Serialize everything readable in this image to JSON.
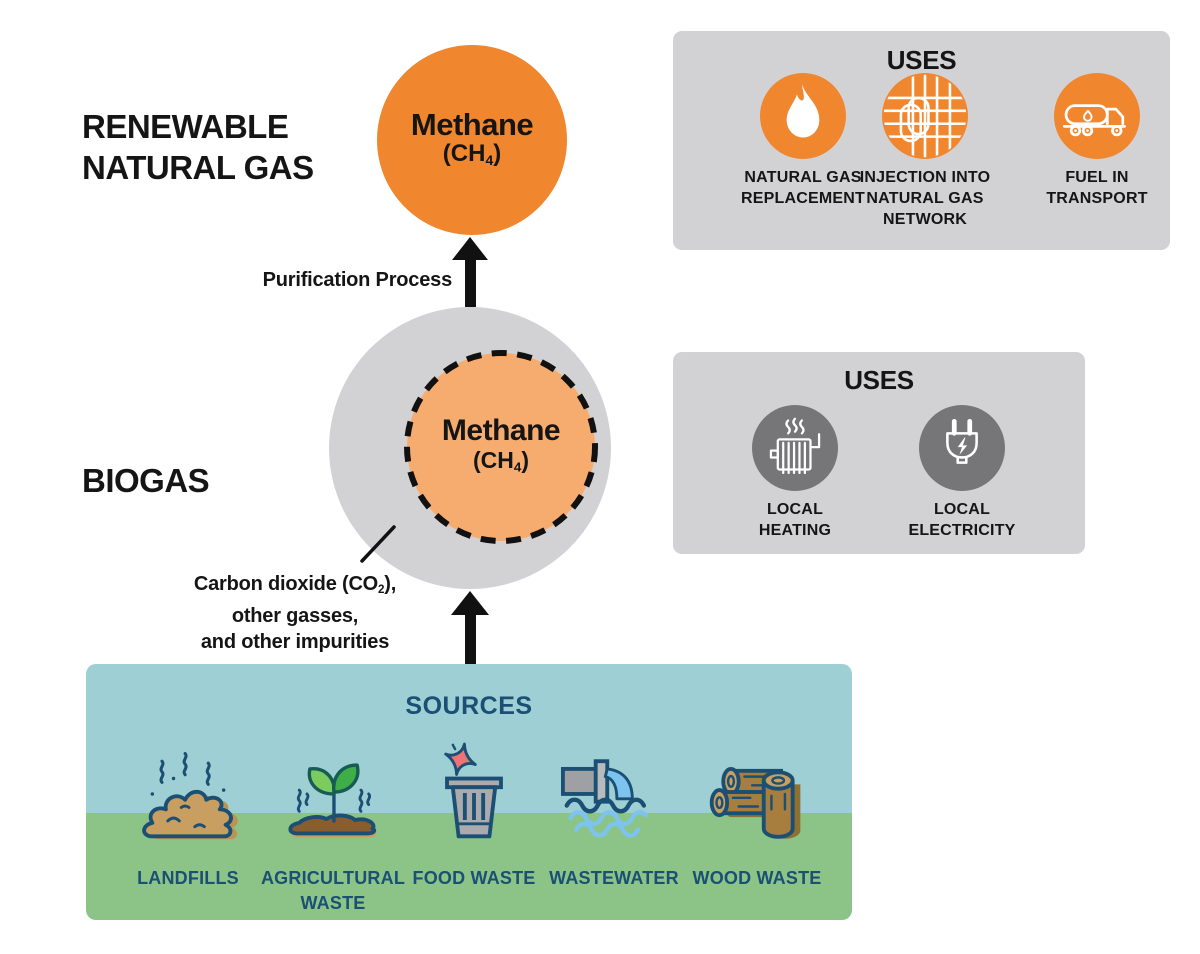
{
  "stages": {
    "renewable_natural_gas": "RENEWABLE\nNATURAL GAS",
    "biogas": "BIOGAS"
  },
  "methane_rng": {
    "title": "Methane",
    "formula_pre": "(CH",
    "formula_sub": "4",
    "formula_post": ")"
  },
  "methane_biogas": {
    "title": "Methane",
    "formula_pre": "(CH",
    "formula_sub": "4",
    "formula_post": ")"
  },
  "process": {
    "purification": "Purification Process"
  },
  "biogas_note": {
    "line1_pre": "Carbon dioxide (CO",
    "line1_sub": "2",
    "line1_post": "),",
    "line2": "other gasses,",
    "line3": "and other impurities"
  },
  "uses_rng": {
    "title": "USES",
    "items": [
      {
        "icon": "flame-icon",
        "label": "NATURAL GAS\nREPLACEMENT"
      },
      {
        "icon": "pipe-network-icon",
        "label": "INJECTION INTO\nNATURAL GAS\nNETWORK"
      },
      {
        "icon": "tanker-truck-icon",
        "label": "FUEL IN\nTRANSPORT"
      }
    ]
  },
  "uses_biogas": {
    "title": "USES",
    "items": [
      {
        "icon": "radiator-icon",
        "label": "LOCAL\nHEATING"
      },
      {
        "icon": "electric-plug-icon",
        "label": "LOCAL\nELECTRICITY"
      }
    ]
  },
  "sources": {
    "title": "SOURCES",
    "items": [
      {
        "icon": "landfill-icon",
        "label": "LANDFILLS"
      },
      {
        "icon": "agricultural-waste-icon",
        "label": "AGRICULTURAL\nWASTE"
      },
      {
        "icon": "food-waste-icon",
        "label": "FOOD WASTE"
      },
      {
        "icon": "wastewater-icon",
        "label": "WASTEWATER"
      },
      {
        "icon": "wood-waste-icon",
        "label": "WOOD WASTE"
      }
    ]
  },
  "colors": {
    "orange": "#F0862E",
    "light_orange": "#F7AC6F",
    "panel_gray": "#D2D2D4",
    "dark_icon_gray": "#767679",
    "teal": "#9DCFD4",
    "green": "#8CC487",
    "navy": "#1B4F73",
    "black": "#151515"
  }
}
